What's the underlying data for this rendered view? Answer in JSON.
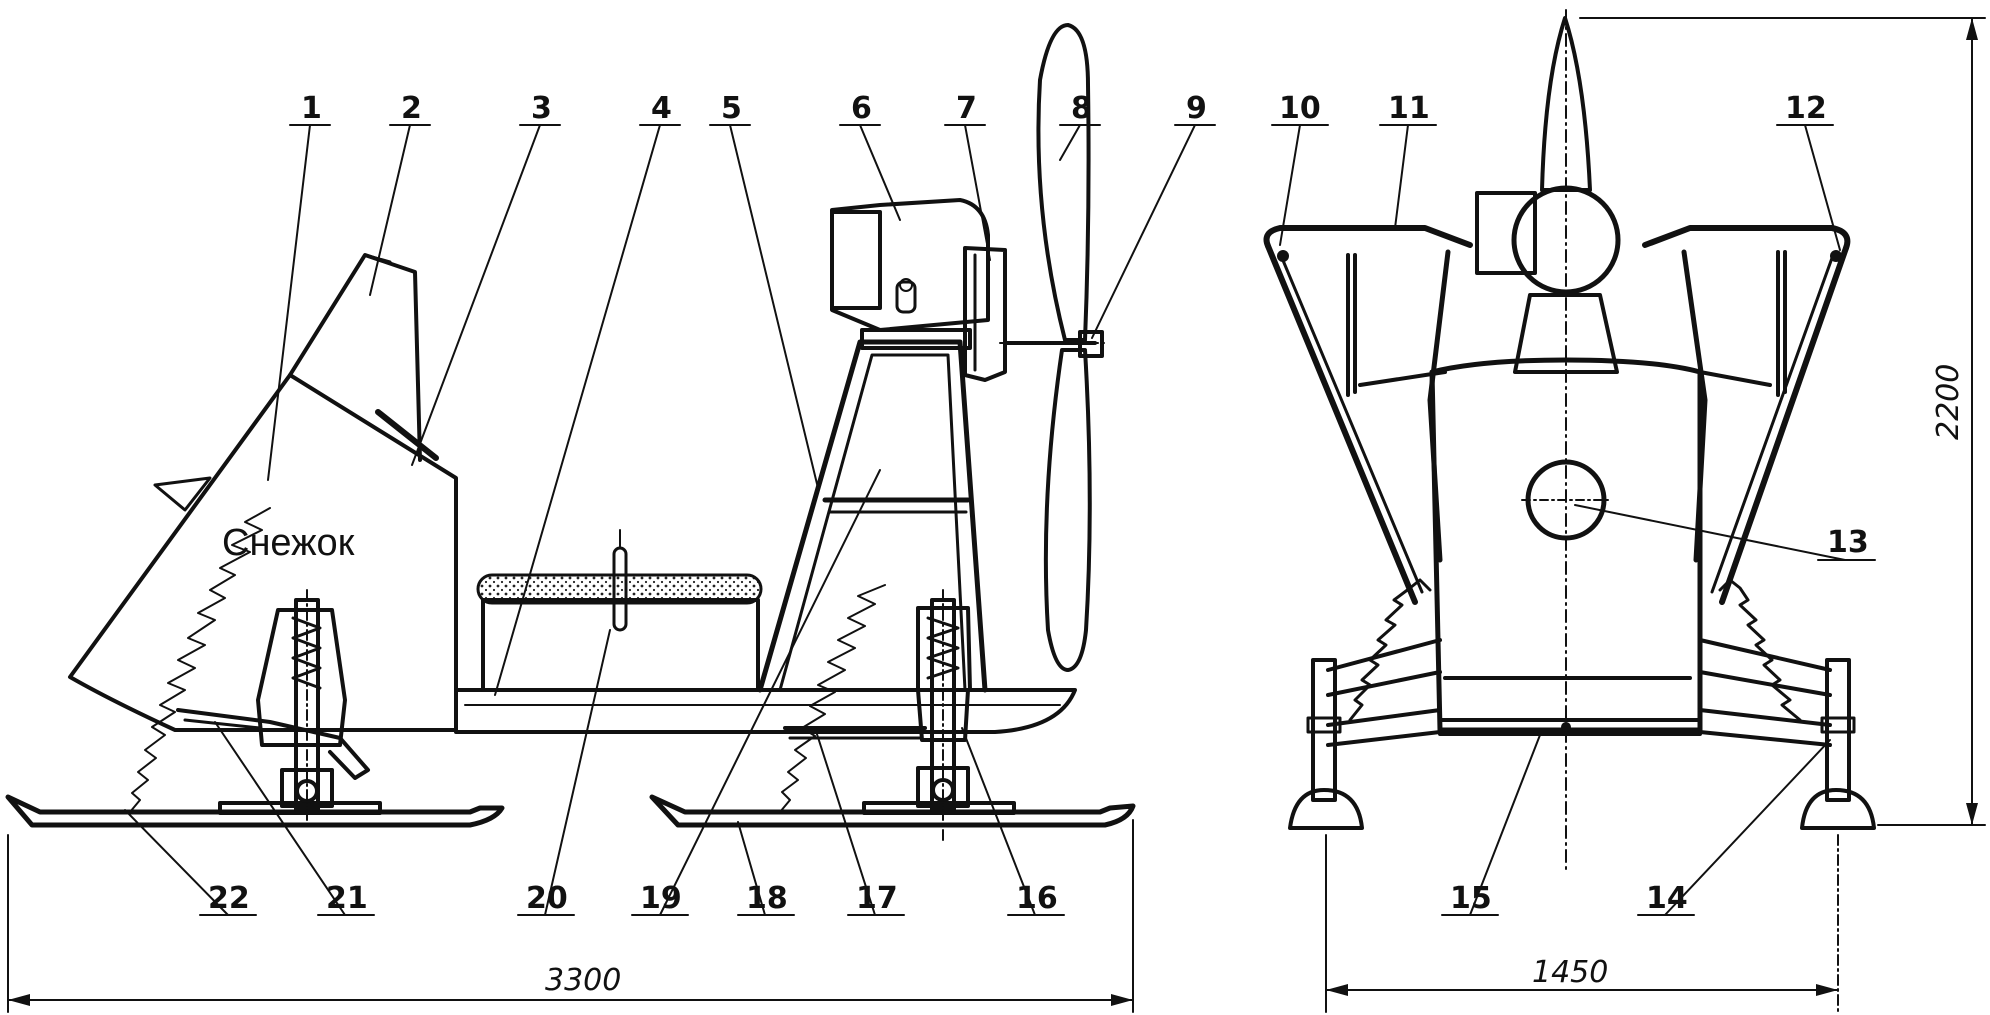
{
  "brand_text": "Снежок",
  "dimensions": {
    "length": "3300",
    "width": "1450",
    "height": "2200"
  },
  "callouts": {
    "n1": "1",
    "n2": "2",
    "n3": "3",
    "n4": "4",
    "n5": "5",
    "n6": "6",
    "n7": "7",
    "n8": "8",
    "n9": "9",
    "n10": "10",
    "n11": "11",
    "n12": "12",
    "n13": "13",
    "n14": "14",
    "n15": "15",
    "n16": "16",
    "n17": "17",
    "n18": "18",
    "n19": "19",
    "n20": "20",
    "n21": "21",
    "n22": "22"
  },
  "colors": {
    "ink": "#111111",
    "paper": "#ffffff"
  }
}
